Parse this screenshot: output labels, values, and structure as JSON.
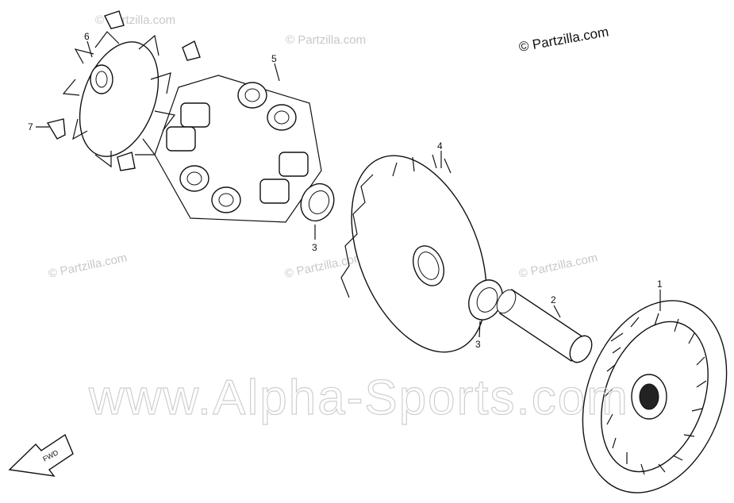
{
  "copyright": "© Partzilla.com",
  "watermarks": {
    "small": "© Partzilla.com",
    "large": "www.Alpha-Sports.com"
  },
  "callouts": [
    "1",
    "2",
    "3",
    "3",
    "4",
    "5",
    "6",
    "7"
  ],
  "direction_arrow": "FWD"
}
